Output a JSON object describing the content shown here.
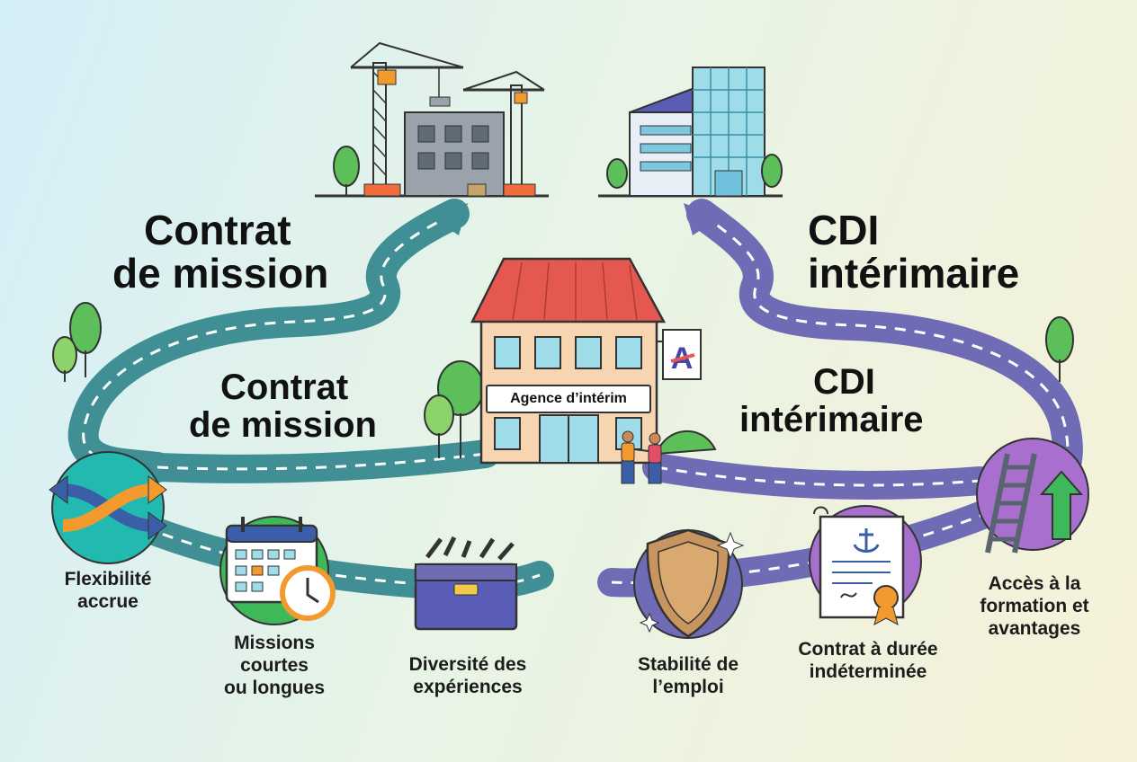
{
  "headings": {
    "left_top": [
      "Contrat",
      "de mission"
    ],
    "left_mid": [
      "Contrat",
      "de mission"
    ],
    "right_top": [
      "CDI",
      "intérimaire"
    ],
    "right_mid": [
      "CDI",
      "intérimaire"
    ]
  },
  "agency": {
    "sign": "Agence d’intérim",
    "logo_letter": "A"
  },
  "benefits": {
    "flexibility": "Flexibilité\naccrue",
    "missions": "Missions\ncourtes\nou longues",
    "diversity": "Diversité des\nexpériences",
    "stability": "Stabilité de\nl’emploi",
    "cdi_contract": "Contrat à durée\nindéterminée",
    "training": "Accès à la\nformation et\navantages"
  },
  "colors": {
    "mission_road": "#3f8f94",
    "cdi_road": "#6f6bb4",
    "roof": "#e5584f",
    "teal_circle": "#21b9b0",
    "green_circle": "#3fb85a",
    "purple_circle": "#a86fcf",
    "orange_arrow": "#f29a2e"
  },
  "icons": [
    "construction-site-icon",
    "office-building-icon",
    "agency-building-icon",
    "shuffle-arrows-icon",
    "calendar-clock-icon",
    "toolbox-icon",
    "shield-icon",
    "contract-scroll-icon",
    "ladder-arrow-icon",
    "tree-icon",
    "people-icon"
  ]
}
